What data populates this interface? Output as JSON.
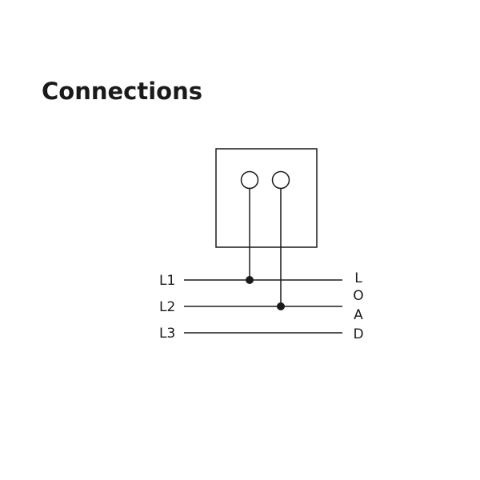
{
  "title": "Connections",
  "lines": [
    {
      "label": "L1"
    },
    {
      "label": "L2"
    },
    {
      "label": "L3"
    }
  ],
  "load_letters": [
    "L",
    "O",
    "A",
    "D"
  ],
  "colors": {
    "ink": "#1a1a1a",
    "background": "#ffffff"
  }
}
